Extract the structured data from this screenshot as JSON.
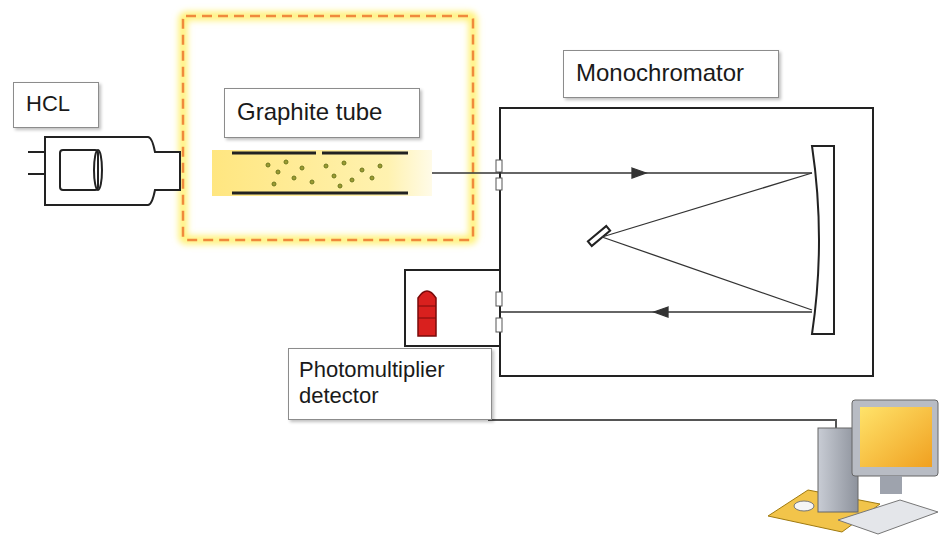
{
  "diagram": {
    "nodes": [
      {
        "text": [
          "HCL"
        ]
      },
      {
        "text": [
          "Graphite tube"
        ]
      },
      {
        "text": [
          "Monochromator"
        ]
      },
      {
        "text": [
          "Photomultiplier detector"
        ]
      }
    ]
  }
}
